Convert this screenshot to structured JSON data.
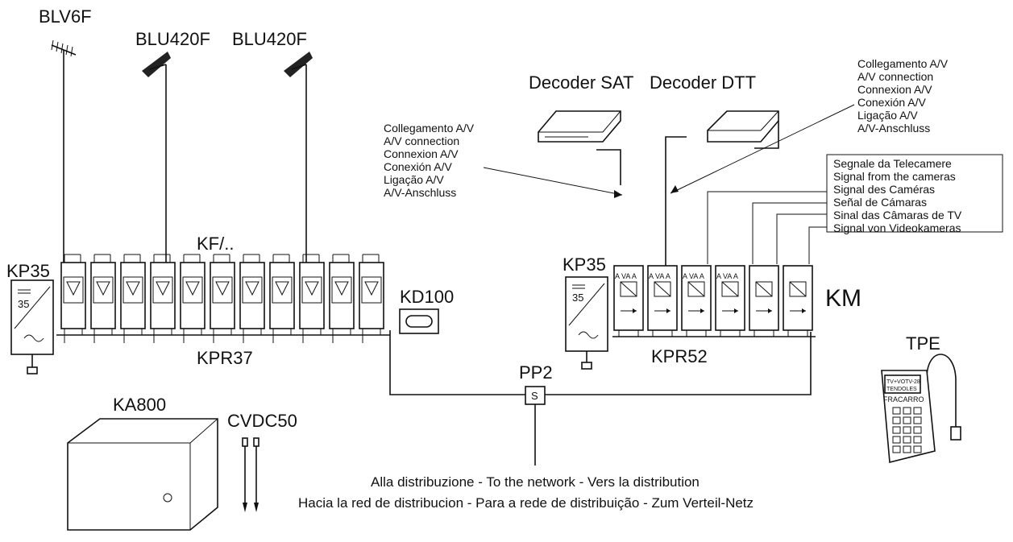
{
  "antennas": {
    "a1": "BLV6F",
    "a2": "BLU420F",
    "a3": "BLU420F"
  },
  "left_rack": {
    "psu": "KP35",
    "psu_value": "35",
    "filters": "KF/..",
    "rail": "KPR37",
    "module": "KD100"
  },
  "right_rack": {
    "psu": "KP35",
    "psu_value": "35",
    "rail": "KPR52",
    "group": "KM",
    "io_label": "A VA A"
  },
  "decoders": {
    "sat": "Decoder SAT",
    "dtt": "Decoder DTT"
  },
  "av_note_left": [
    "Collegamento A/V",
    "A/V connection",
    "Connexion A/V",
    "Conexión A/V",
    "Ligação A/V",
    "A/V-Anschluss"
  ],
  "av_note_right": [
    "Collegamento A/V",
    "A/V connection",
    "Connexion A/V",
    "Conexión A/V",
    "Ligação A/V",
    "A/V-Anschluss"
  ],
  "camera_note": [
    "Segnale da Telecamere",
    "Signal from the cameras",
    "Signal des Caméras",
    "Señal de Cámaras",
    "Sinal das Câmaras de TV",
    "Signal von Videokameras"
  ],
  "mixer": {
    "label": "PP2",
    "mark": "S"
  },
  "programmer": {
    "label": "TPE",
    "screen_line1": "TV+VOTV-28",
    "screen_line2": "TENDOLES",
    "brand": "FRACARRO"
  },
  "cabinet": "KA800",
  "cable": "CVDC50",
  "network_caption": [
    "Alla distribuzione - To the network - Vers la distribution",
    "Hacia la red de distribucion - Para a rede de distribuição - Zum Verteil-Netz"
  ]
}
